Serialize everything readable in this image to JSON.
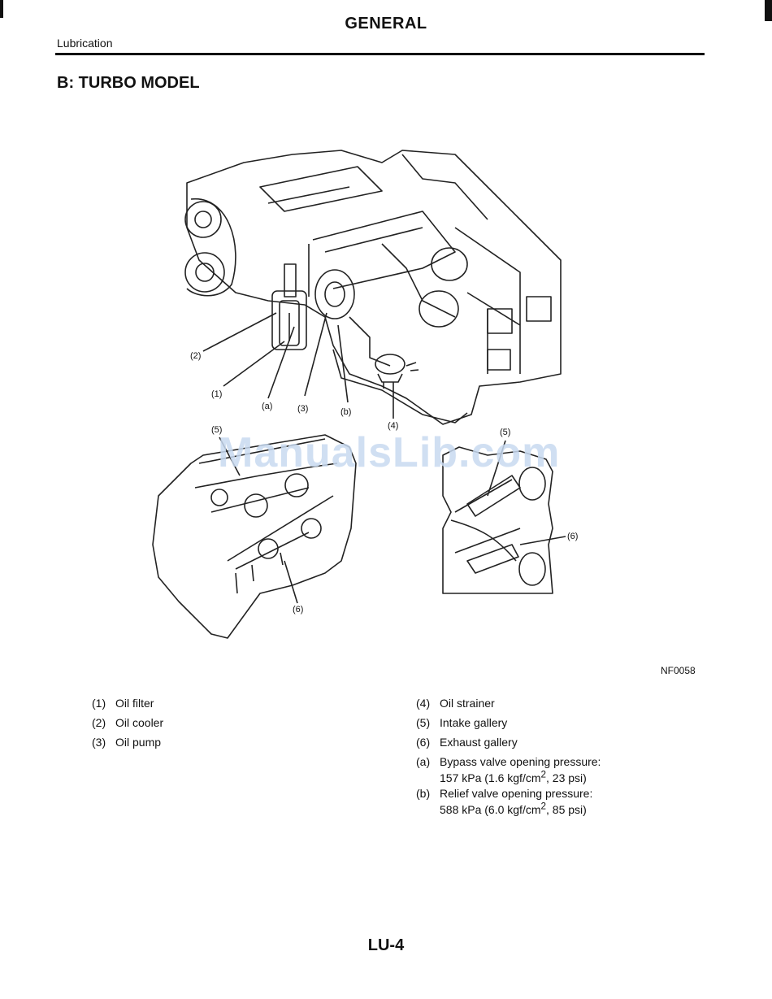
{
  "header": {
    "title": "GENERAL",
    "subtitle": "Lubrication"
  },
  "section": {
    "title": "B: TURBO MODEL"
  },
  "figure": {
    "code": "NF0058",
    "watermark": "ManualsLib.com",
    "callouts": [
      "(2)",
      "(1)",
      "(a)",
      "(3)",
      "(b)",
      "(4)",
      "(5)",
      "(5)",
      "(6)",
      "(6)"
    ]
  },
  "legend_left": [
    {
      "num": "(1)",
      "text": "Oil filter"
    },
    {
      "num": "(2)",
      "text": "Oil cooler"
    },
    {
      "num": "(3)",
      "text": "Oil pump"
    }
  ],
  "legend_right": [
    {
      "num": "(4)",
      "text": "Oil strainer"
    },
    {
      "num": "(5)",
      "text": "Intake gallery"
    },
    {
      "num": "(6)",
      "text": "Exhaust gallery"
    },
    {
      "num": "(a)",
      "line1": "Bypass valve opening pressure:",
      "line2_pre": "157 kPa (1.6 kgf/cm",
      "sup": "2",
      "line2_post": ", 23 psi)"
    },
    {
      "num": "(b)",
      "line1": "Relief valve opening pressure:",
      "line2_pre": "588 kPa (6.0 kgf/cm",
      "sup": "2",
      "line2_post": ", 85 psi)"
    }
  ],
  "footer": {
    "page": "LU-4"
  }
}
